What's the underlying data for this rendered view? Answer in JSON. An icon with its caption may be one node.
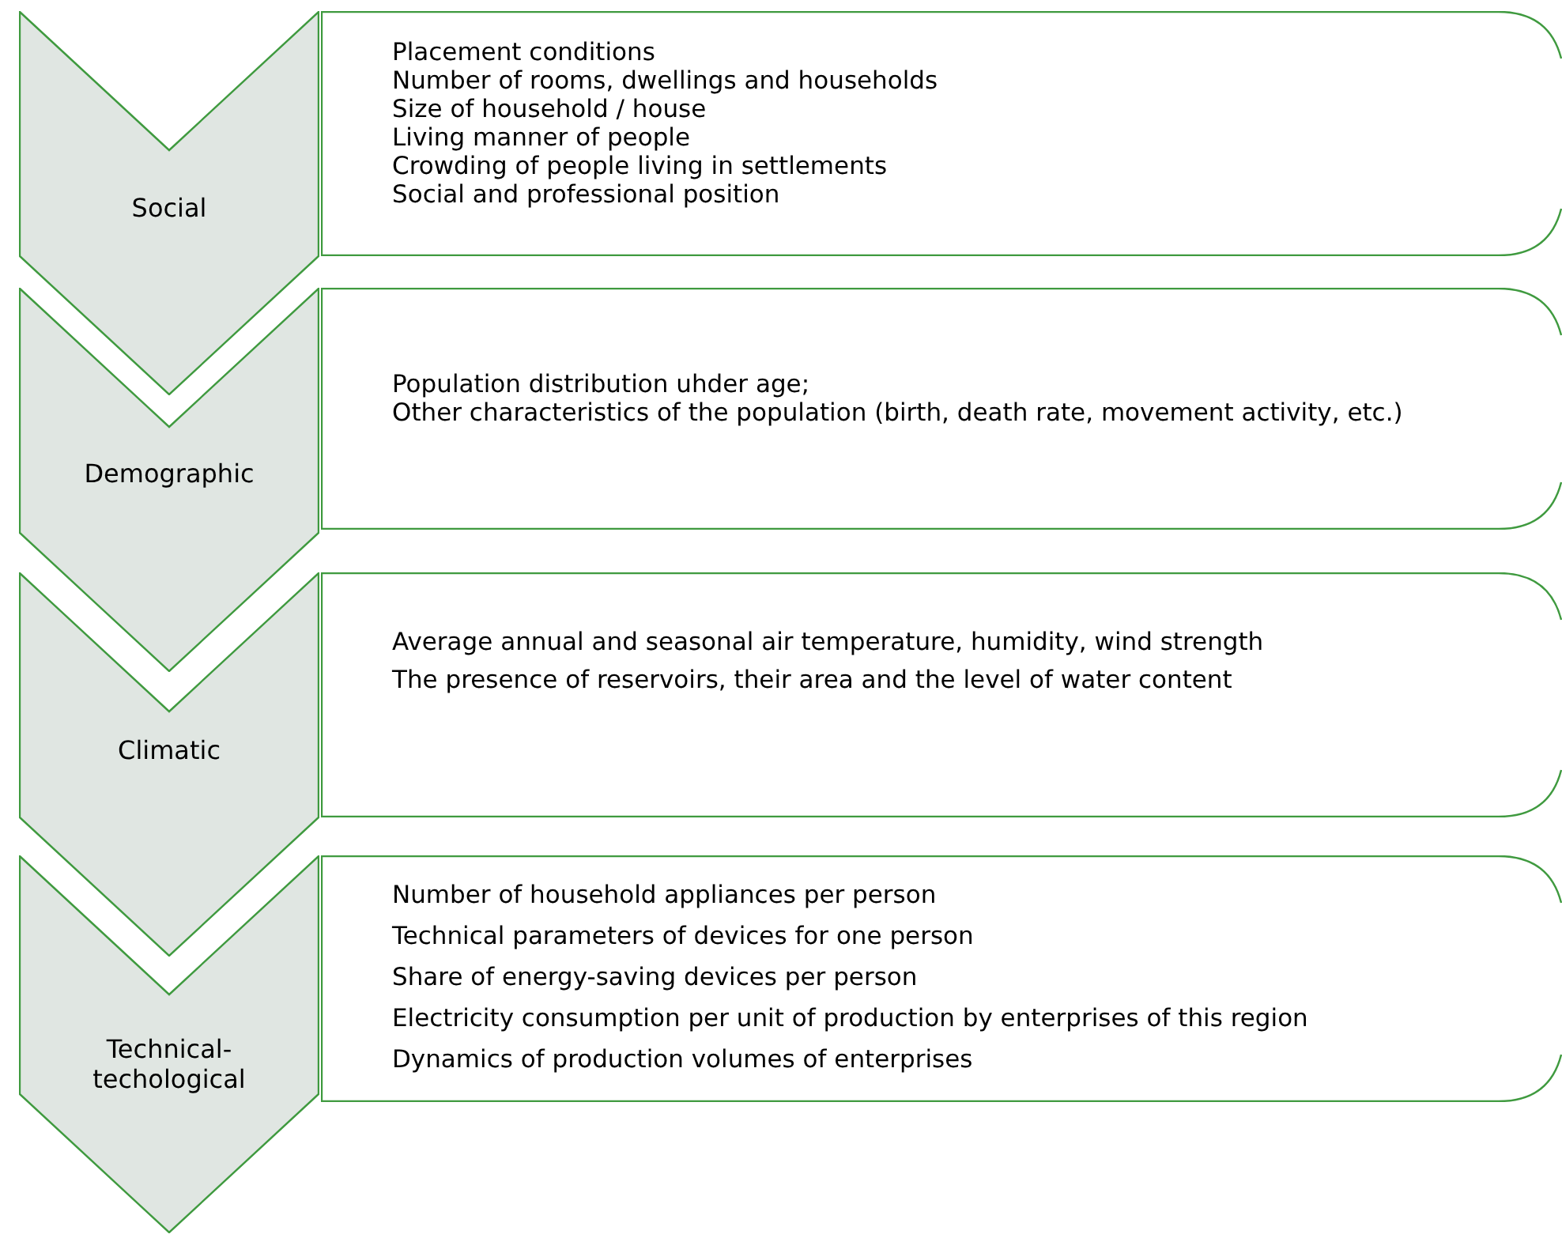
{
  "diagram": {
    "nodes": [
      {
        "text": [
          "Social"
        ]
      },
      {
        "text": [
          "Placement conditions",
          "Number of rooms, dwellings and households",
          "Size of household / house",
          "Living manner of people",
          "Crowding of people living in settlements",
          "Social and professional position"
        ]
      },
      {
        "text": [
          "Demographic"
        ]
      },
      {
        "text": [
          "Population distribution uhder age;",
          "Other characteristics of the population (birth, death rate, movement activity, etc.)"
        ]
      },
      {
        "text": [
          "Climatic"
        ]
      },
      {
        "text": [
          "Average annual and seasonal air temperature, humidity, wind strength",
          "The presence of reservoirs, their area and the level of water content"
        ]
      },
      {
        "text": [
          "Technical-techological"
        ]
      },
      {
        "text": [
          "Number of household appliances per person",
          "Technical parameters of devices for one person",
          "Share of energy-saving devices per person",
          "Electricity consumption per unit of production by enterprises of this region",
          "Dynamics of production volumes of enterprises"
        ]
      }
    ]
  }
}
